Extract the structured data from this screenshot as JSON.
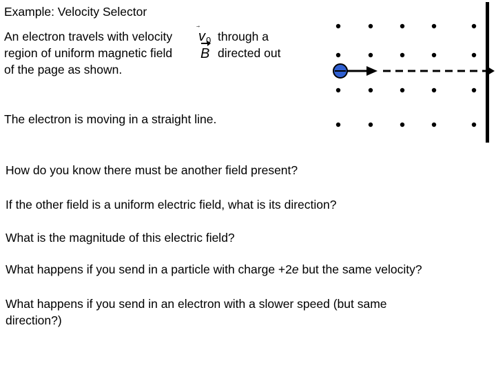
{
  "slide": {
    "title": "Example: Velocity Selector",
    "intro_lines": [
      "An electron travels with velocity",
      "region of uniform magnetic field",
      "of the page as shown."
    ],
    "intro_tails": [
      "through a",
      "directed out"
    ],
    "velocity_symbol": "v",
    "velocity_subscript": "0",
    "field_symbol": "B",
    "motion_note": "The electron is moving in a straight line.",
    "questions": [
      "How do you know there must be another field present?",
      "If the other field is a uniform electric field, what is its direction?",
      "What is the magnitude of this electric field?",
      {
        "before": "What happens if you send in a particle with charge +2",
        "emph": "e",
        "after": " but the same velocity?"
      },
      "What happens if you send in an electron with a slower speed (but same",
      "direction?)"
    ]
  },
  "diagram": {
    "dot_color": "#000000",
    "electron_color": "#2f5fd0",
    "field_rows": 4,
    "field_cols": 5
  }
}
